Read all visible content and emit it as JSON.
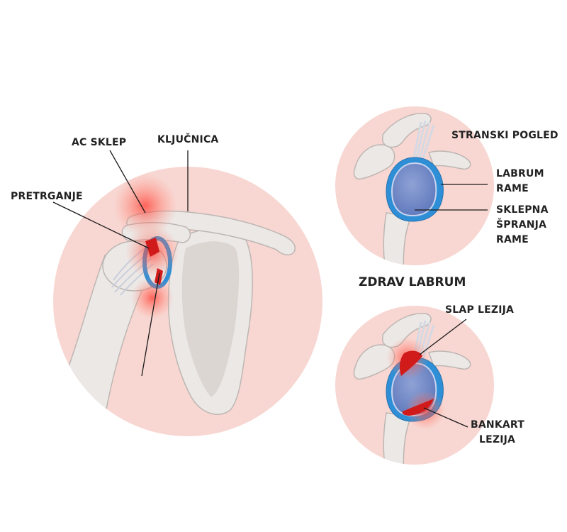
{
  "colors": {
    "circle_bg": "#f8d7d2",
    "bone": "#ece8e6",
    "bone_stroke": "#bdb6b3",
    "labrum_blue": "#2f8fd6",
    "glenoid_fill": "#6d86c4",
    "injury_red": "#d11a1a",
    "text": "#222222"
  },
  "main_view": {
    "labels": {
      "ac_joint": "AC SKLEP",
      "clavicle": "KLJUČNICA",
      "tear": "PRETRGANJE"
    }
  },
  "healthy_view": {
    "title": "ZDRAV LABRUM",
    "labels": {
      "side_view": "STRANSKI POGLED",
      "labrum_line1": "LABRUM",
      "labrum_line2": "RAME",
      "socket_line1": "SKLEPNA",
      "socket_line2": "ŠPRANJA",
      "socket_line3": "RAME"
    }
  },
  "injured_view": {
    "labels": {
      "slap": "SLAP LEZIJA",
      "bankart_line1": "BANKART",
      "bankart_line2": "LEZIJA"
    }
  }
}
